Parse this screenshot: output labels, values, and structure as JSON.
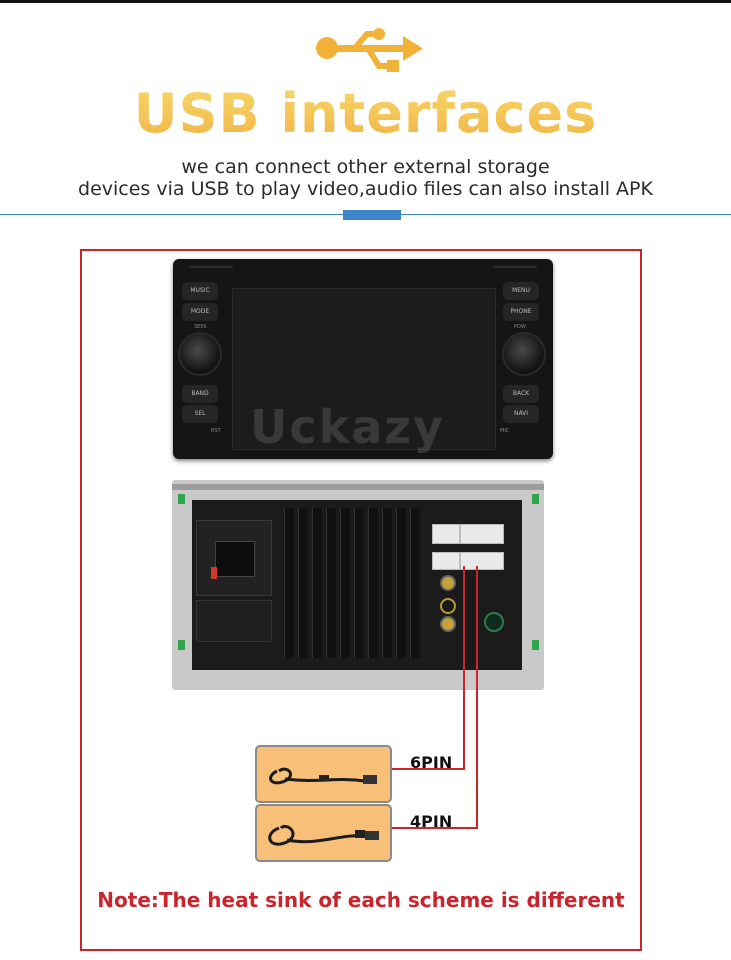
{
  "header": {
    "icon": "usb-icon",
    "title": "USB interfaces",
    "subtitle_line1": "we can connect other external storage",
    "subtitle_line2": "devices via USB to play video,audio files can also install APK"
  },
  "head_unit": {
    "left_buttons": [
      "MUSIC",
      "MODE",
      "BAND",
      "SEL"
    ],
    "right_buttons": [
      "MENU",
      "PHONE",
      "BACK",
      "NAVI"
    ],
    "left_knob_label": "SEEK",
    "right_knob_label": "POW",
    "left_small_label": "RST",
    "right_small_label": "MIC",
    "watermark": "Uckazy"
  },
  "cables": [
    {
      "label": "6PIN"
    },
    {
      "label": "4PIN"
    }
  ],
  "note": "Note:The heat sink of each scheme is different",
  "colors": {
    "title": "#f3bd45",
    "accent_blue": "#3a86c8",
    "frame_red": "#c8252c",
    "cable_box": "#f7bf78"
  }
}
